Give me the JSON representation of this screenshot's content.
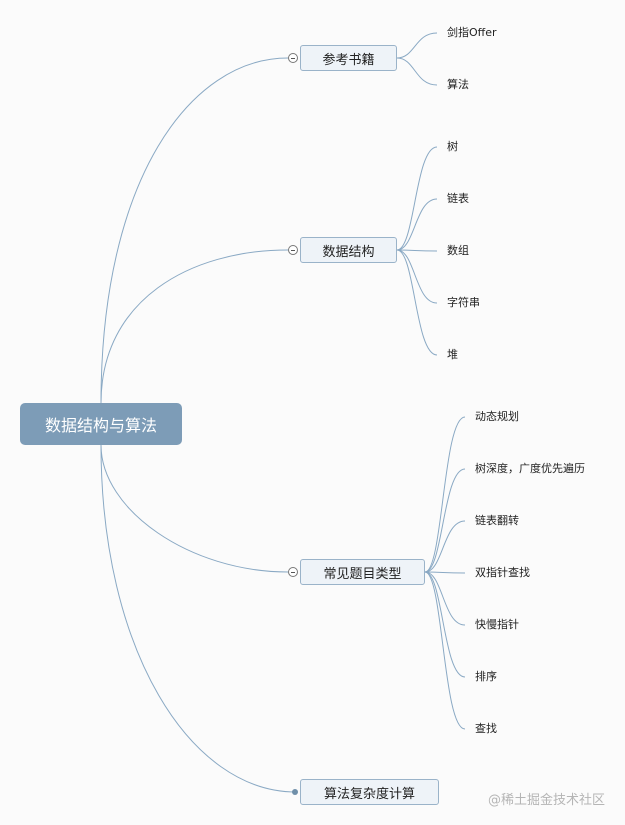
{
  "root": {
    "label": "数据结构与算法"
  },
  "branches": [
    {
      "label": "参考书籍",
      "collapsed": false,
      "children": [
        "剑指Offer",
        "算法"
      ]
    },
    {
      "label": "数据结构",
      "collapsed": false,
      "children": [
        "树",
        "链表",
        "数组",
        "字符串",
        "堆"
      ]
    },
    {
      "label": "常见题目类型",
      "collapsed": false,
      "children": [
        "动态规划",
        "树深度，广度优先遍历",
        "链表翻转",
        "双指针查找",
        "快慢指针",
        "排序",
        "查找"
      ]
    },
    {
      "label": "算法复杂度计算",
      "collapsed": true,
      "children": []
    }
  ],
  "watermark": "@稀土掘金技术社区",
  "colors": {
    "root_fill": "#7d9cb7",
    "branch_fill": "#eef3f8",
    "branch_border": "#9ab3c9",
    "connector": "#8aa9c4",
    "background": "#fbfbfb"
  }
}
